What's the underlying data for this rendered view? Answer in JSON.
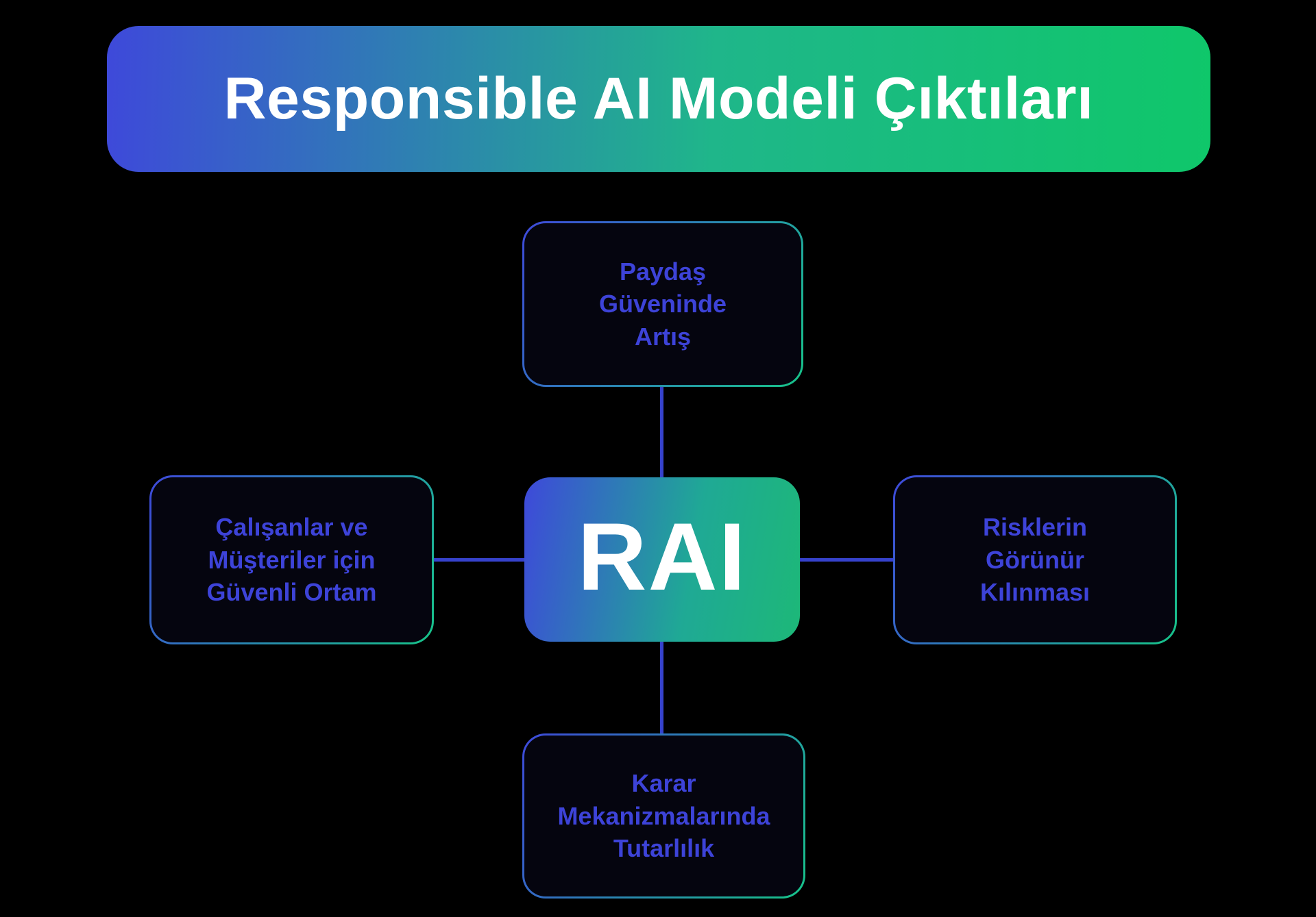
{
  "title": "Responsible AI Modeli Çıktıları",
  "center": {
    "label": "RAI"
  },
  "nodes": {
    "top": {
      "label": "Paydaş Güveninde Artış",
      "lines": [
        "Paydaş",
        "Güveninde",
        "Artış"
      ]
    },
    "left": {
      "label": "Çalışanlar ve Müşteriler için Güvenli Ortam",
      "lines": [
        "Çalışanlar ve",
        "Müşteriler için",
        "Güvenli Ortam"
      ]
    },
    "right": {
      "label": "Risklerin Görünür Kılınması",
      "lines": [
        "Risklerin",
        "Görünür",
        "Kılınması"
      ]
    },
    "bottom": {
      "label": "Karar Mekanizmalarında Tutarlılık",
      "lines": [
        "Karar",
        "Mekanizmalarında",
        "Tutarlılık"
      ]
    }
  },
  "colors": {
    "background": "#000000",
    "gradient_start": "#3e49da",
    "gradient_end": "#0fc76a",
    "border_start": "#3e49da",
    "border_end": "#17c389",
    "node_fill": "#05050f",
    "node_text": "#3d43d8",
    "title_text": "#ffffff",
    "connector": "#3642cc"
  }
}
